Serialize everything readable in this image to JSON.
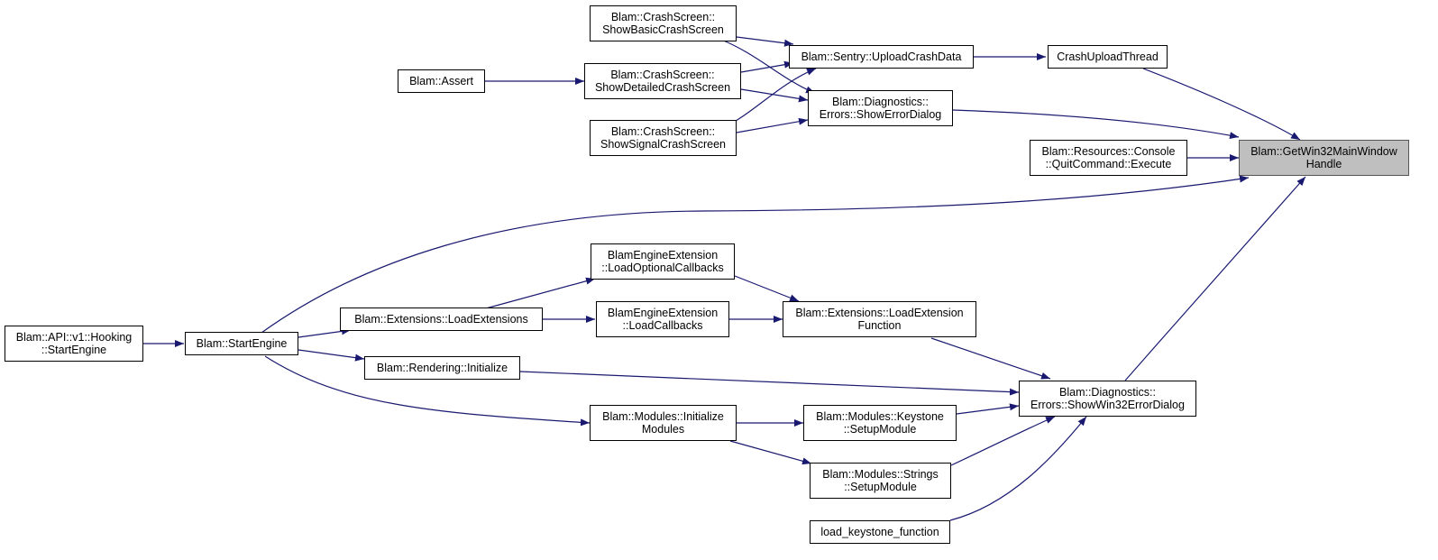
{
  "colors": {
    "edge": "#191970",
    "node_border": "#000000",
    "current_fill": "#bfbfbf"
  },
  "nodes": {
    "get_win32": {
      "line1": "Blam::GetWin32MainWindow",
      "line2": "Handle"
    },
    "crash_upload_thread": {
      "line1": "CrashUploadThread",
      "line2": ""
    },
    "sentry_upload": {
      "line1": "Blam::Sentry::UploadCrashData",
      "line2": ""
    },
    "show_basic": {
      "line1": "Blam::CrashScreen::",
      "line2": "ShowBasicCrashScreen"
    },
    "show_detailed": {
      "line1": "Blam::CrashScreen::",
      "line2": "ShowDetailedCrashScreen"
    },
    "show_signal": {
      "line1": "Blam::CrashScreen::",
      "line2": "ShowSignalCrashScreen"
    },
    "assert": {
      "line1": "Blam::Assert",
      "line2": ""
    },
    "show_error_dialog": {
      "line1": "Blam::Diagnostics::",
      "line2": "Errors::ShowErrorDialog"
    },
    "quit_command": {
      "line1": "Blam::Resources::Console",
      "line2": "::QuitCommand::Execute"
    },
    "load_optional_callbacks": {
      "line1": "BlamEngineExtension",
      "line2": "::LoadOptionalCallbacks"
    },
    "load_callbacks": {
      "line1": "BlamEngineExtension",
      "line2": "::LoadCallbacks"
    },
    "load_extensions": {
      "line1": "Blam::Extensions::LoadExtensions",
      "line2": ""
    },
    "load_extension_function": {
      "line1": "Blam::Extensions::LoadExtension",
      "line2": "Function"
    },
    "api_start_engine": {
      "line1": "Blam::API::v1::Hooking",
      "line2": "::StartEngine"
    },
    "start_engine": {
      "line1": "Blam::StartEngine",
      "line2": ""
    },
    "rendering_initialize": {
      "line1": "Blam::Rendering::Initialize",
      "line2": ""
    },
    "show_win32_error_dialog": {
      "line1": "Blam::Diagnostics::",
      "line2": "Errors::ShowWin32ErrorDialog"
    },
    "modules_initialize": {
      "line1": "Blam::Modules::Initialize",
      "line2": "Modules"
    },
    "keystone_setup": {
      "line1": "Blam::Modules::Keystone",
      "line2": "::SetupModule"
    },
    "strings_setup": {
      "line1": "Blam::Modules::Strings",
      "line2": "::SetupModule"
    },
    "load_keystone_function": {
      "line1": "load_keystone_function",
      "line2": ""
    }
  }
}
